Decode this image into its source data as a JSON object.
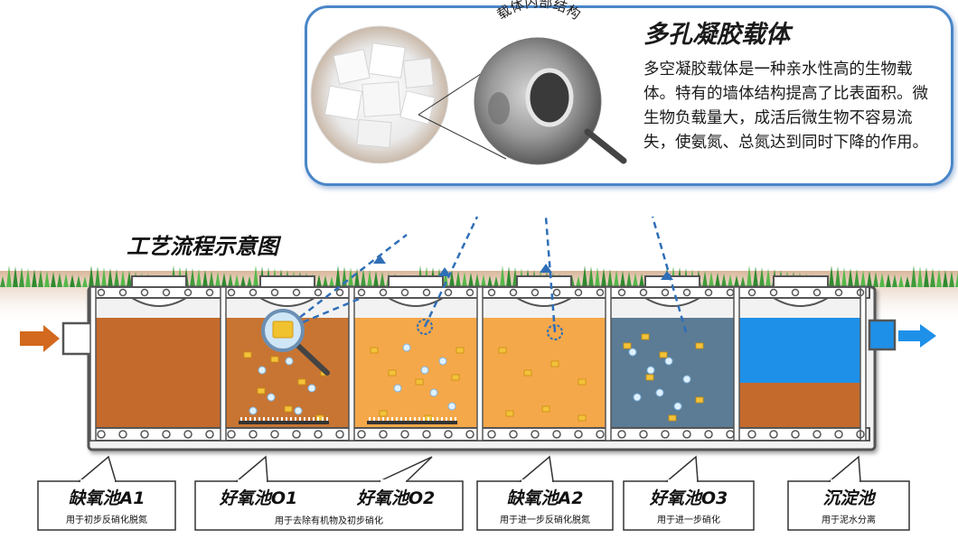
{
  "info": {
    "title": "多孔凝胶载体",
    "body": "多空凝胶载体是一种亲水性高的生物载体。特有的墙体结构提高了比表面积。微生物负载量大，成活后微生物不容易流失，使氨氮、总氮达到同时下降的作用。",
    "curve_label": "载体内部结构"
  },
  "flow_title": "工艺流程示意图",
  "tanks": [
    {
      "name": "缺氧池A1",
      "desc": "用于初步反硝化脱氮",
      "fill": "#c46a2c"
    },
    {
      "name": "好氧池O1",
      "desc": "用于去除有机物及初步硝化",
      "fill": "#c87533"
    },
    {
      "name": "好氧池O2",
      "desc": "",
      "fill": "#f5a84a"
    },
    {
      "name": "缺氧池A2",
      "desc": "用于进一步反硝化脱氮",
      "fill": "#f5a84a"
    },
    {
      "name": "好氧池O3",
      "desc": "用于进一步硝化",
      "fill": "#5b7c94"
    },
    {
      "name": "沉淀池",
      "desc": "用于泥水分离",
      "fill_top": "#1e90e8",
      "fill_bottom": "#c46a2c"
    }
  ],
  "colors": {
    "inlet_arrow": "#d2691e",
    "outlet_arrow": "#1e90e8",
    "border": "#4a86c8",
    "grass": "#4caf50"
  }
}
